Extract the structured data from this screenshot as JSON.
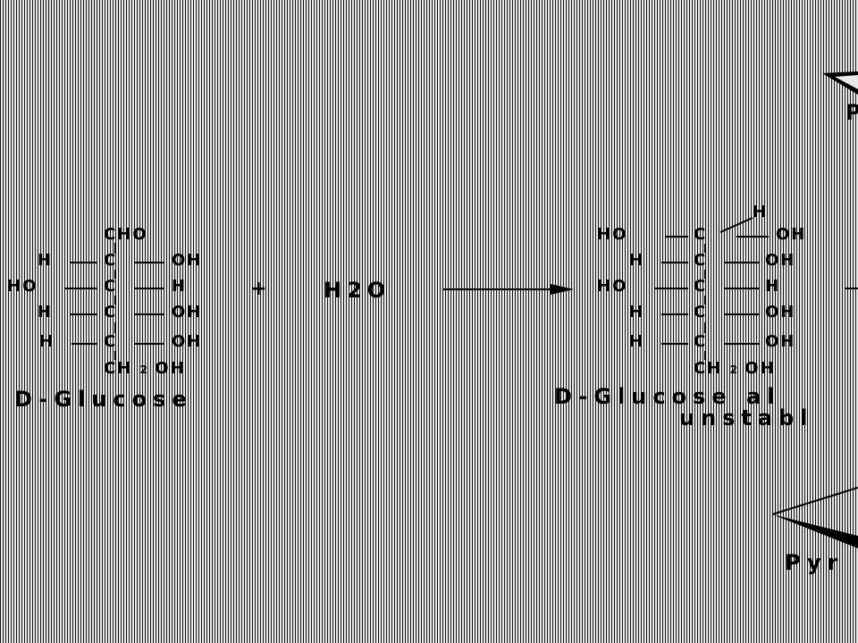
{
  "left_molecule": {
    "top": "CHO",
    "rows": [
      {
        "left": "H",
        "center": "C",
        "right": "OH"
      },
      {
        "left": "HO",
        "center": "C",
        "right": "H"
      },
      {
        "left": "H",
        "center": "C",
        "right": "OH"
      },
      {
        "left": "H",
        "center": "C",
        "right": "OH"
      }
    ],
    "bottom_a": "CH",
    "bottom_sub": "2",
    "bottom_b": "OH",
    "name": "D-Glucose"
  },
  "plus": "+",
  "reagent": "H2O",
  "right_molecule": {
    "top_h": "H",
    "rows": [
      {
        "left": "HO",
        "center": "C",
        "right": "OH"
      },
      {
        "left": "H",
        "center": "C",
        "right": "OH"
      },
      {
        "left": "HO",
        "center": "C",
        "right": "H"
      },
      {
        "left": "H",
        "center": "C",
        "right": "OH"
      },
      {
        "left": "H",
        "center": "C",
        "right": "OH"
      }
    ],
    "bottom_a": "CH",
    "bottom_sub": "2",
    "bottom_b": "OH",
    "name_line1": "D-Glucose al",
    "name_line2": "unstabl"
  },
  "edge_text": {
    "top": "P",
    "bottom": "Pyr"
  }
}
